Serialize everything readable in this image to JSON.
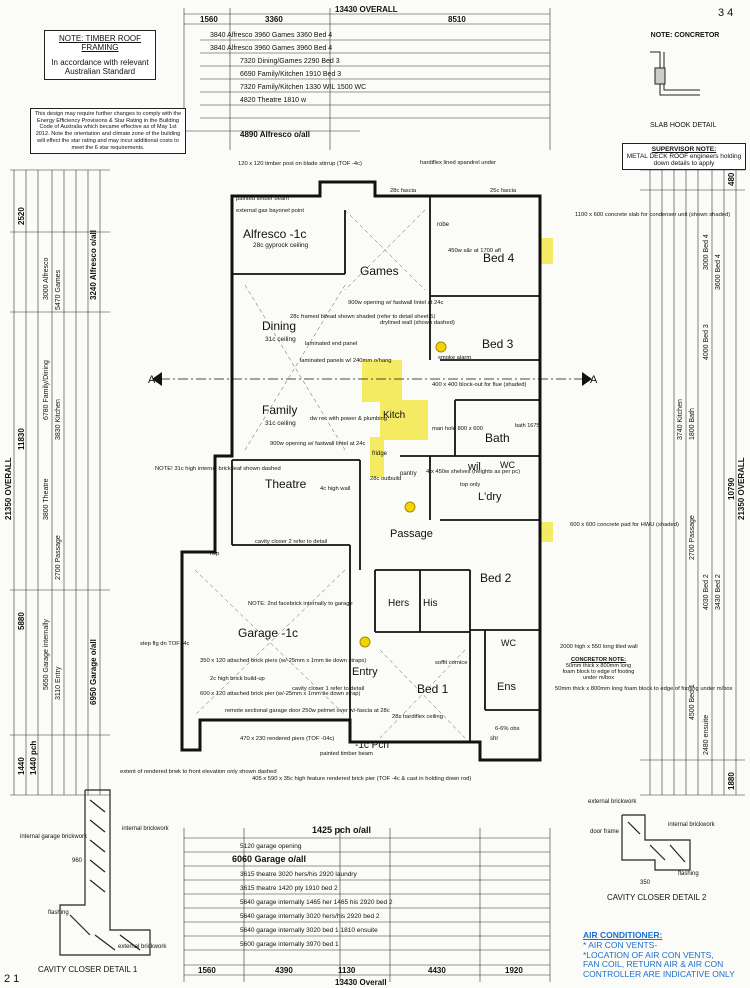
{
  "page_numbers": {
    "top_right": "3 4",
    "bottom_left": "2 1"
  },
  "top_dims": {
    "overall": "13430 OVERALL",
    "seg": [
      "1560",
      "3360",
      "8510"
    ],
    "alfresco_oa": "4890 Alfresco o/all",
    "rows": [
      "3840 Alfresco   3960 Games   3360 Bed 4",
      "3840 Alfresco   3960 Games   3960 Bed 4",
      "7320 Dining/Games   2290 Bed 3",
      "6690 Family/Kitchen   1910 Bed 3",
      "7320 Family/Kitchen   1330 WIL   1500 WC",
      "4820 Theatre   1810 w"
    ]
  },
  "bottom_dims": {
    "overall": "13430 Overall",
    "seg": [
      "1560",
      "4390",
      "1130",
      "4430",
      "1920"
    ],
    "porch_oa": "1425 pch o/all",
    "garage_oa": "6060 Garage o/all",
    "rows": [
      "5120 garage opening",
      "3615 theatre   3020 hers/his   2920 laundry",
      "3615 theatre   1420 pty   1910 bed 2",
      "5640 garage internally   1465 her   1465 his   2920 bed 2",
      "5640 garage internally   3020 hers/his   2920 bed 2",
      "5640 garage internally   3020 bed 1   1810 ensuite",
      "5600 garage internally   3970 bed 1"
    ]
  },
  "left_dims": {
    "overall": "21350 OVERALL",
    "segs": [
      "2520",
      "3240 Alfresco o/all",
      "11830",
      "5880",
      "6950 Garage o/all",
      "1440",
      "1440 pch"
    ],
    "rows": [
      "3000 Alfresco",
      "5470 Games",
      "6780 Family/Dining",
      "3830 Kitchen",
      "3800 Theatre",
      "2700 Passage",
      "5650 Garage internally",
      "3110 Entry"
    ]
  },
  "right_dims": {
    "overall": "21350 OVERALL",
    "segs": [
      "480",
      "10790",
      "1880"
    ],
    "rows": [
      "3000 Bed 4",
      "3600 Bed 4",
      "4000 Bed 3",
      "1800 Bath",
      "3740 Kitchen",
      "2700 Passage",
      "4030 Bed 2",
      "3430 Bed 2",
      "4500 Bed 1",
      "2480 ensuite"
    ]
  },
  "rooms": {
    "alfresco": "Alfresco -1c",
    "alfresco_sub": "28c gyprock ceiling",
    "games": "Games",
    "bed4": "Bed 4",
    "dining": "Dining",
    "dining_sub": "31c ceiling",
    "family": "Family",
    "family_sub": "31c ceiling",
    "kitch": "Kitch",
    "bed3": "Bed 3",
    "bath": "Bath",
    "wil": "wil",
    "wc": "WC",
    "ldry": "L'dry",
    "theatre": "Theatre",
    "passage": "Passage",
    "bed2": "Bed 2",
    "hers": "Hers",
    "his": "His",
    "garage": "Garage -1c",
    "entry": "Entry",
    "bed1": "Bed 1",
    "wc2": "WC",
    "ens": "Ens",
    "pch": "-1c Pch",
    "pantry": "pantry",
    "robe": "robe",
    "shr": "shr",
    "fridge": "fridge",
    "bath_size": "bath 1675"
  },
  "annotations": [
    "120 x 120 timber post on blade stirrup (TOF -4c)",
    "hardiflex lined spandrel under",
    "28c fascia",
    "25c fascia",
    "painted timber beam",
    "external gas bayonet point",
    "1100 x 600 concrete slab for condenser unit (shown shaded)",
    "900w opening w/ fastwall lintel at 24c",
    "drylined wall (shown dashed)",
    "28c framed bifead shown shaded (refer to detail sheet 5)",
    "laminated end panel",
    "laminated panels w/ 240mm o/hang",
    "dw rec with power & plumbing",
    "900w opening w/ fastwall lintel at 24c",
    "450w s&r at 1700 afl",
    "400 x 400 block-out for flue (shaded)",
    "man hole 800 x 600",
    "4 x 450w shelves (heights as per pc)",
    "NOTE! 31c high internal brick leaf shown dashed",
    "cavity closer 2 refer to detail",
    "NOTE: 2nd facebrick internally to garage",
    "350 x 120 attached brick piers (w/-25mm x 1mm tie down straps)",
    "2c high brick build-up",
    "600 x 120 attached brick pier (w/-25mm x 1mm tie down strap)",
    "cavity closer 1 refer to detail",
    "remote sectional garage door 250w pelmet over w/-fascia at 28c",
    "470 x 230 rendered piers (TOF -04c)",
    "405 x 590 x 35c high feature rendered brick pier (TOF -4c & cast in holding down rod)",
    "extent of rendered brwk to front elevation only shown dashed",
    "600 x 600 concrete pad for HWU (shaded)",
    "2000 high x 550 long tiled wall",
    "50mm thick x 800mm long foam block to edge of footing under m/box",
    "28c hardiflex ceiling",
    "painted timber beam",
    "step flg dn TOF -4c",
    "soffit cornice",
    "6-6% obs",
    "4c high wall",
    "28c outbuild",
    "top only",
    "smoke alarm",
    "rwp"
  ],
  "notes": {
    "timber_title": "NOTE: TIMBER ROOF FRAMING",
    "timber_body": "In accordance with relevant Australian Standard",
    "energy": "This design may require further changes to comply with the Energy Efficiency Provisions & Star Rating in the Building Code of Australia which became effective as of May 1st 2012. Note the orientation and climate zone of the building will effect the star rating and may incur additional costs to meet the 6 star requirements.",
    "concretor_title": "NOTE: CONCRETOR",
    "slab_hook": "SLAB HOOK DETAIL",
    "supervisor_title": "SUPERVISOR NOTE:",
    "supervisor_body": "METAL DECK ROOF engineers holding down details to apply",
    "concretor_note_title": "CONCRETOR NOTE:",
    "concretor_note_body": "50mm thick x 800mm long foam block to edge of footing under m/box"
  },
  "details": {
    "cc1_title": "CAVITY CLOSER DETAIL 1",
    "cc1_labels": [
      "internal garage brickwork",
      "internal brickwork",
      "flashing",
      "external brickwork",
      "960"
    ],
    "cc2_title": "CAVITY CLOSER DETAIL 2",
    "cc2_labels": [
      "external brickwork",
      "internal brickwork",
      "door frame",
      "flashing",
      "350"
    ]
  },
  "aircon": {
    "title": "AIR CONDITIONER:",
    "lines": [
      "* AIR CON VENTS-",
      "*LOCATION OF AIR CON VENTS,",
      "FAN COIL, RETURN AIR & AIR CON",
      "CONTROLLER ARE INDICATIVE ONLY"
    ]
  },
  "section_marks": [
    "A",
    "A"
  ],
  "colors": {
    "highlight": "#f4e94a",
    "blue_text": "#1a6fd0",
    "red_text": "#d42020",
    "wall": "#111111"
  }
}
